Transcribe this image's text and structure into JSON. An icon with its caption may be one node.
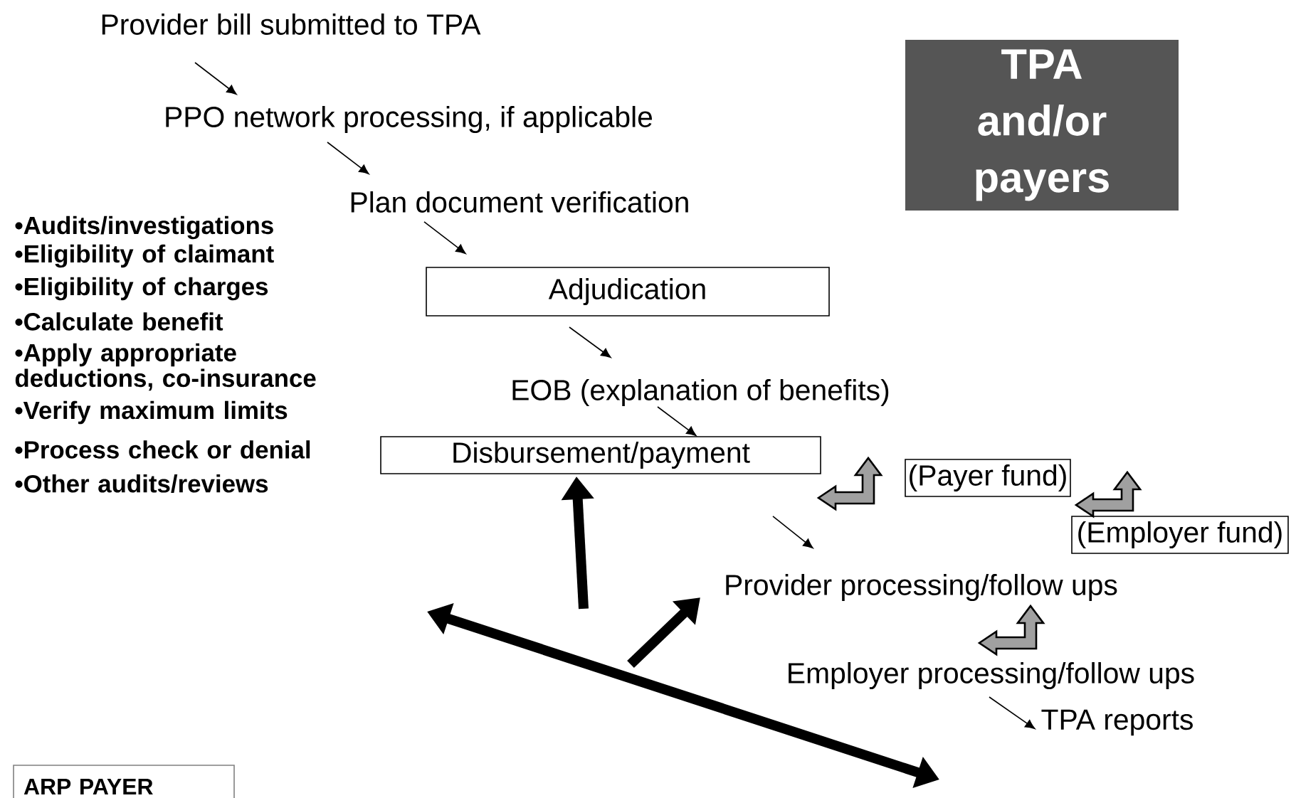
{
  "diagram": {
    "nodes": [
      {
        "text": [
          "Provider bill submitted to TPA"
        ]
      },
      {
        "text": [
          "PPO network processing, if applicable"
        ]
      },
      {
        "text": [
          "Plan document verification"
        ]
      },
      {
        "text": [
          "Adjudication"
        ]
      },
      {
        "text": [
          "EOB (explanation of benefits)"
        ]
      },
      {
        "text": [
          "Disbursement/payment"
        ]
      },
      {
        "text": [
          "(Payer fund)"
        ]
      },
      {
        "text": [
          "(Employer fund)"
        ]
      },
      {
        "text": [
          "Provider processing/follow ups"
        ]
      },
      {
        "text": [
          "Employer processing/follow ups"
        ]
      },
      {
        "text": [
          "TPA reports"
        ]
      },
      {
        "text": [
          "TPA and/or payers"
        ]
      },
      {
        "text": [
          "ARP PAYER"
        ]
      }
    ],
    "edges": [
      {
        "from": 0,
        "to": 1,
        "arrow": "to"
      },
      {
        "from": 1,
        "to": 2,
        "arrow": "to"
      },
      {
        "from": 2,
        "to": 3,
        "arrow": "to"
      },
      {
        "from": 3,
        "to": 4,
        "arrow": "to"
      },
      {
        "from": 4,
        "to": 5,
        "arrow": "to"
      },
      {
        "from": 5,
        "to": 8,
        "arrow": "to"
      },
      {
        "from": 9,
        "to": 10,
        "arrow": "to"
      },
      {
        "from": 5,
        "to": 6,
        "arrow": "both",
        "style": "thick",
        "color": "#a0a0a0"
      },
      {
        "from": 6,
        "to": 7,
        "arrow": "both",
        "style": "thick",
        "color": "#a0a0a0"
      },
      {
        "from": 9,
        "to": 8,
        "arrow": "both",
        "style": "thick",
        "color": "#a0a0a0"
      }
    ],
    "labels": [
      "•Audits/investigations",
      "•Eligibility of claimant",
      "•Eligibility of charges",
      "•Calculate benefit",
      "•Apply appropriate deductions, co-insurance",
      "•Verify maximum limits",
      "•Process check or denial",
      "•Other audits/reviews"
    ]
  }
}
